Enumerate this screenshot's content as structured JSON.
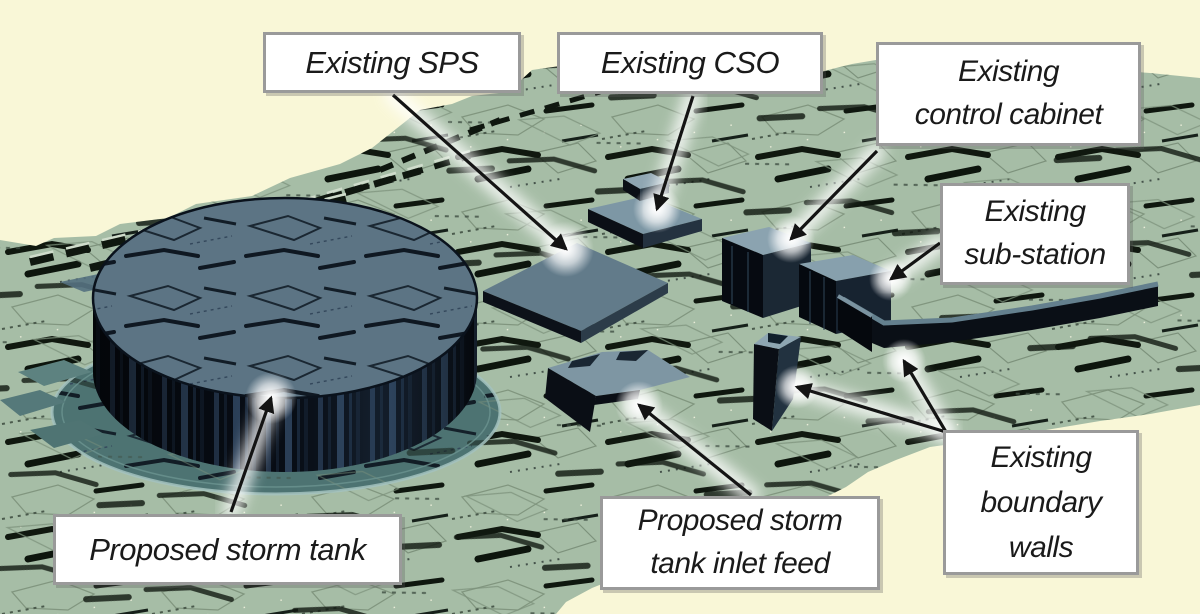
{
  "figure": {
    "kind": "3d-site-model-visualisation",
    "background_color": "#f9f7d7",
    "terrain_color": "#a6bda6",
    "terrain_crack_color": "#10180f",
    "pad_color": "#4d7372",
    "structure_top_color": "#5c7484",
    "structure_side_color": "#0a0f16",
    "box_top_color": "#8ba3b0",
    "label_background": "#ffffff",
    "label_border_color": "#9a9a9a",
    "label_text_color": "#1a1a1a",
    "arrow_color": "#141414",
    "glow_color": "#ffffff"
  },
  "labels": {
    "sps": {
      "lines": [
        "Existing SPS"
      ]
    },
    "cso": {
      "lines": [
        "Existing CSO"
      ]
    },
    "control_cabinet": {
      "lines": [
        "Existing",
        "control cabinet"
      ]
    },
    "sub_station": {
      "lines": [
        "Existing",
        "sub-station"
      ]
    },
    "boundary_walls": {
      "lines": [
        "Existing",
        "boundary",
        "walls"
      ]
    },
    "storm_tank": {
      "lines": [
        "Proposed storm tank"
      ]
    },
    "inlet_feed": {
      "lines": [
        "Proposed storm",
        "tank inlet feed"
      ]
    }
  }
}
